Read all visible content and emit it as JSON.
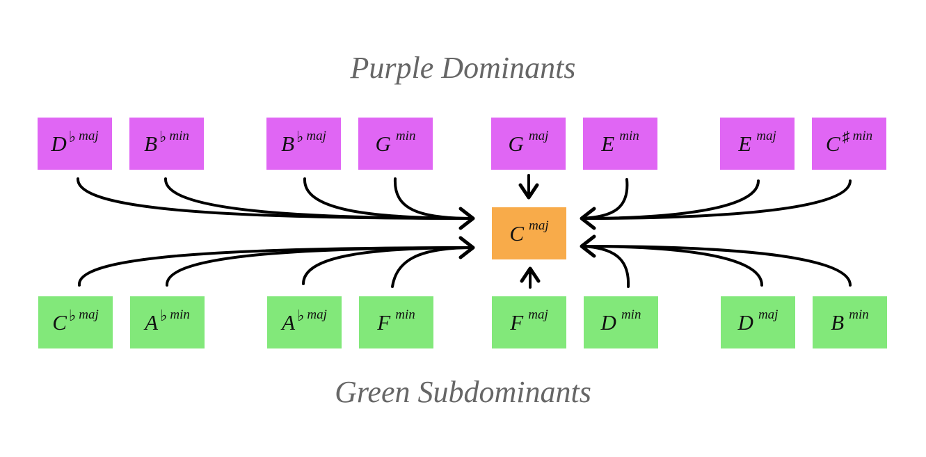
{
  "titles": {
    "top": "Purple Dominants",
    "bottom": "Green Subdominants"
  },
  "colors": {
    "dominant": "#e066f4",
    "subdominant": "#82e87a",
    "tonic": "#f8ab4a",
    "title": "#666666",
    "arrow": "#000000"
  },
  "center": {
    "root": "C",
    "accidental": "",
    "quality": "maj"
  },
  "dominants": [
    {
      "root": "D",
      "accidental": "♭",
      "quality": "maj"
    },
    {
      "root": "B",
      "accidental": "♭",
      "quality": "min"
    },
    {
      "root": "B",
      "accidental": "♭",
      "quality": "maj"
    },
    {
      "root": "G",
      "accidental": "",
      "quality": "min"
    },
    {
      "root": "G",
      "accidental": "",
      "quality": "maj"
    },
    {
      "root": "E",
      "accidental": "",
      "quality": "min"
    },
    {
      "root": "E",
      "accidental": "",
      "quality": "maj"
    },
    {
      "root": "C",
      "accidental": "♯",
      "quality": "min"
    }
  ],
  "subdominants": [
    {
      "root": "C",
      "accidental": "♭",
      "quality": "maj"
    },
    {
      "root": "A",
      "accidental": "♭",
      "quality": "min"
    },
    {
      "root": "A",
      "accidental": "♭",
      "quality": "maj"
    },
    {
      "root": "F",
      "accidental": "",
      "quality": "min"
    },
    {
      "root": "F",
      "accidental": "",
      "quality": "maj"
    },
    {
      "root": "D",
      "accidental": "",
      "quality": "min"
    },
    {
      "root": "D",
      "accidental": "",
      "quality": "maj"
    },
    {
      "root": "B",
      "accidental": "",
      "quality": "min"
    }
  ]
}
